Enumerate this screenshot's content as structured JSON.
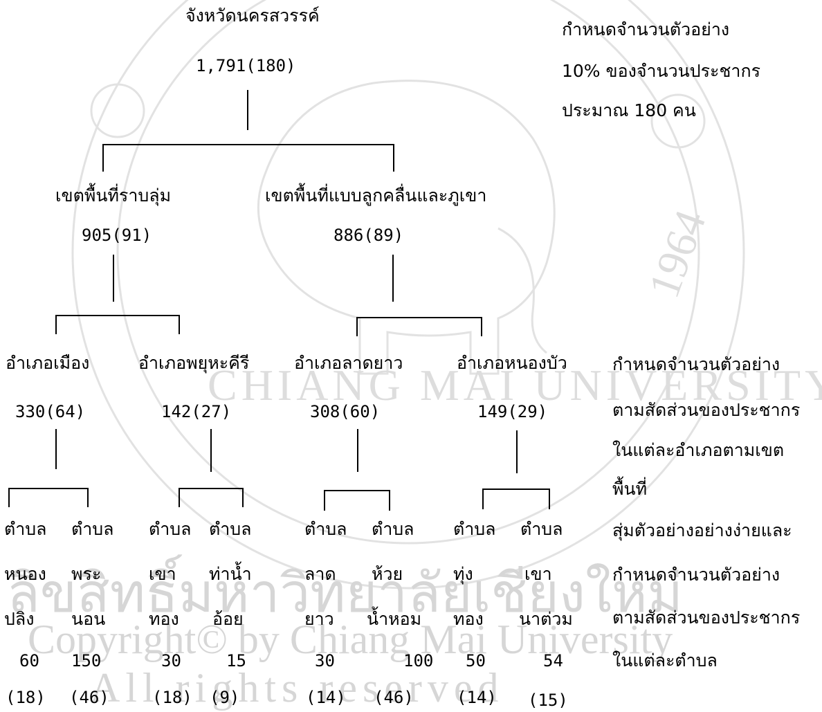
{
  "root": {
    "label": "จังหวัดนครสวรรค์",
    "count": "1,791(180)"
  },
  "zones": [
    {
      "label": "เขตพื้นที่ราบลุ่ม",
      "count": "905(91)",
      "districts": [
        {
          "label": "อำเภอเมือง",
          "count": "330(64)",
          "tambons": [
            {
              "line1": "ตำบล",
              "line2": "หนอง",
              "line3": "ปลิง",
              "n": "60",
              "s": "(18)"
            },
            {
              "line1": "ตำบล",
              "line2": "พระ",
              "line3": "นอน",
              "n": "150",
              "s": "(46)"
            }
          ]
        },
        {
          "label": "อำเภอพยุหะคีรี",
          "count": "142(27)",
          "tambons": [
            {
              "line1": "ตำบล",
              "line2": "เขา",
              "line3": "ทอง",
              "n": "30",
              "s": "(18)"
            },
            {
              "line1": "ตำบล",
              "line2": "ท่าน้ำ",
              "line3": "อ้อย",
              "n": "15",
              "s": "(9)"
            }
          ]
        }
      ]
    },
    {
      "label": "เขตพื้นที่แบบลูกคลื่นและภูเขา",
      "count": "886(89)",
      "districts": [
        {
          "label": "อำเภอลาดยาว",
          "count": "308(60)",
          "tambons": [
            {
              "line1": "ตำบล",
              "line2": "ลาด",
              "line3": "ยาว",
              "n": "30",
              "s": "(14)"
            },
            {
              "line1": "ตำบล",
              "line2": "ห้วย",
              "line3": "น้ำหอม",
              "n": "100",
              "s": "(46)"
            }
          ]
        },
        {
          "label": "อำเภอหนองบัว",
          "count": "149(29)",
          "tambons": [
            {
              "line1": "ตำบล",
              "line2": "ทุ่ง",
              "line3": "ทอง",
              "n": "50",
              "s": "(14)"
            },
            {
              "line1": "ตำบล",
              "line2": "เขา",
              "line3": "นาต่วม",
              "n": "54",
              "s": "(15)"
            }
          ]
        }
      ]
    }
  ],
  "notes": {
    "top": [
      "กำหนดจำนวนตัวอย่าง",
      "10% ของจำนวนประชากร",
      "ประมาณ 180 คน"
    ],
    "district": [
      "กำหนดจำนวนตัวอย่าง",
      "ตามสัดส่วนของประชากร",
      "ในแต่ละอำเภอตามเขต",
      "พื้นที่"
    ],
    "tambon": [
      "สุ่มตัวอย่างอย่างง่ายและ",
      "กำหนดจำนวนตัวอย่าง",
      "ตามสัดส่วนของประชากร",
      "ในแต่ละตำบล"
    ]
  },
  "watermark": {
    "seal_text": "CHIANG MAI UNIVERSITY",
    "seal_year": "1964",
    "line1": "ลิขสิทธิ์มหาวิทยาลัยเชียงใหม่",
    "line2": "Copyright© by Chiang Mai University",
    "line3": "All rights reserved"
  }
}
